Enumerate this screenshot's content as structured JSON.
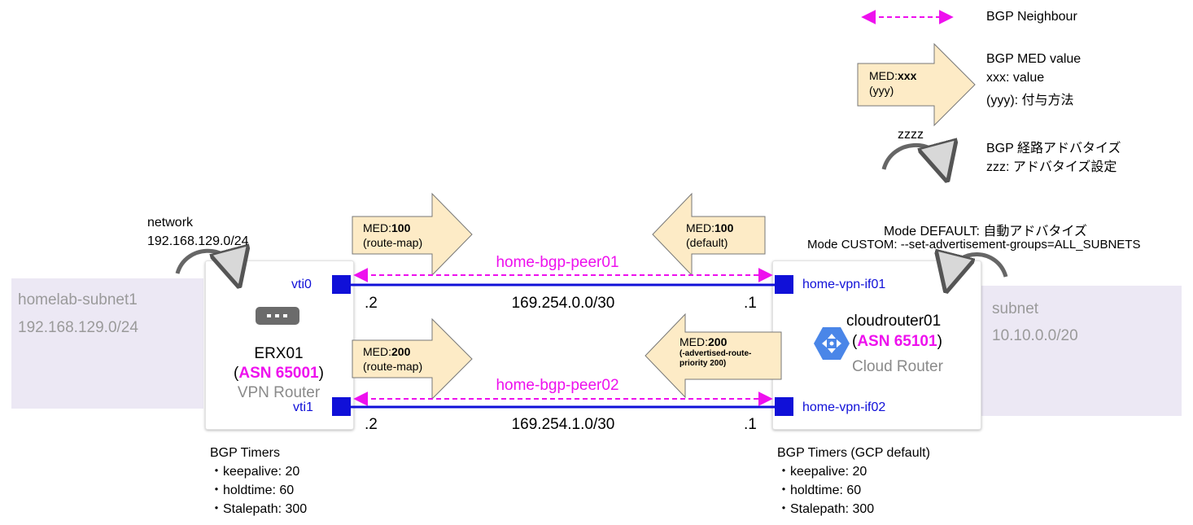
{
  "legend": {
    "neighbour_label": "BGP Neighbour",
    "med_title": "BGP MED value",
    "med_value": "xxx: value",
    "med_method": "(yyy): 付与方法",
    "med_arrow_prefix": "MED:",
    "med_arrow_value": "xxx",
    "med_arrow_method": "(yyy)",
    "adv_arrow_label": "zzzz",
    "adv_title": "BGP 経路アドバタイズ",
    "adv_setting": "zzz: アドバタイズ設定"
  },
  "left": {
    "network_label": "network",
    "network_cidr": "192.168.129.0/24",
    "subnet_name": "homelab-subnet1",
    "subnet_cidr": "192.168.129.0/24",
    "router_name": "ERX01",
    "asn_open": "(",
    "asn": "ASN 65001",
    "asn_close": ")",
    "router_type": "VPN Router",
    "if0": "vti0",
    "if1": "vti1",
    "ip0": ".2",
    "ip1": ".2",
    "timers": {
      "title": "BGP Timers",
      "keepalive": "・keepalive: 20",
      "holdtime": "・holdtime: 60",
      "stalepath": "・Stalepath: 300"
    }
  },
  "right": {
    "mode_default": "Mode DEFAULT: 自動アドバタイズ",
    "mode_custom": "Mode CUSTOM: --set-advertisement-groups=ALL_SUBNETS",
    "subnet_name": "subnet",
    "subnet_cidr": "10.10.0.0/20",
    "router_name": "cloudrouter01",
    "asn_open": "(",
    "asn": "ASN 65101",
    "asn_close": ")",
    "router_type": "Cloud Router",
    "if0": "home-vpn-if01",
    "if1": "home-vpn-if02",
    "ip0": ".1",
    "ip1": ".1",
    "timers": {
      "title": "BGP Timers (GCP default)",
      "keepalive": "・keepalive: 20",
      "holdtime": "・holdtime: 60",
      "stalepath": "・Stalepath: 300"
    }
  },
  "links": {
    "peer1": "home-bgp-peer01",
    "peer2": "home-bgp-peer02",
    "net1": "169.254.0.0/30",
    "net2": "169.254.1.0/30"
  },
  "med_arrows": {
    "prefix": "MED:",
    "l1_value": "100",
    "l1_method": "(route-map)",
    "r1_value": "100",
    "r1_method": "(default)",
    "l2_value": "200",
    "l2_method": "(route-map)",
    "r2_value": "200",
    "r2_method_line1": "(-advertised-route-",
    "r2_method_line2": "priority 200)"
  },
  "colors": {
    "peer_line": "#ee10ee",
    "link_line": "#1010d8",
    "arrow_fill": "#fdebc6",
    "subnet_fill": "#ece8f4",
    "cloud_icon": "#4a86e8"
  }
}
